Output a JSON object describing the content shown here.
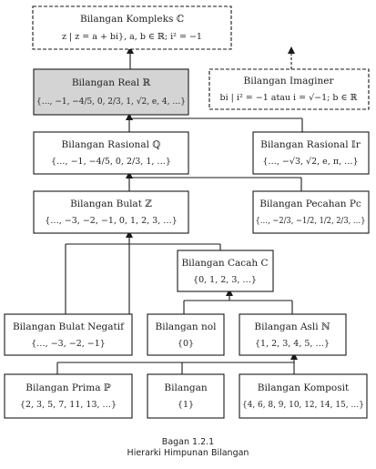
{
  "colors": {
    "line": "#1a1a1a",
    "highlight_fill": "#d4d4d4",
    "box_fill": "#ffffff"
  },
  "nodes": {
    "kompleks": {
      "title": "Bilangan Kompleks ℂ",
      "content": "z | z = a + bi}, a, b ∈ ℝ; i² = −1"
    },
    "real": {
      "title": "Bilangan Real ℝ",
      "content": "{…, −1, −4/5, 0, 2/3, 1, √2, e, 4, …}"
    },
    "imaginer": {
      "title": "Bilangan Imaginer",
      "content": "bi | i² = −1 atau i = √−1; b ∈ ℝ"
    },
    "rasional": {
      "title": "Bilangan Rasional ℚ",
      "content": "{…, −1, −4/5, 0, 2/3, 1, …}"
    },
    "irasional": {
      "title": "Bilangan Rasional 𝕀r",
      "content": "{…, −√3, √2, e, π, …}"
    },
    "bulat": {
      "title": "Bilangan Bulat ℤ",
      "content": "{…, −3, −2, −1, 0, 1, 2, 3, …}"
    },
    "pecahan": {
      "title": "Bilangan Pecahan Pc",
      "content": "{…, −2/3, −1/2, 1/2, 2/3, …}"
    },
    "cacah": {
      "title": "Bilangan Cacah C",
      "content": "{0, 1, 2, 3, …}"
    },
    "negatif": {
      "title": "Bilangan Bulat Negatif",
      "content": "{…, −3, −2, −1}"
    },
    "nol": {
      "title": "Bilangan nol",
      "content": "{0}"
    },
    "asli": {
      "title": "Bilangan Asli ℕ",
      "content": "{1, 2, 3, 4, 5, …}"
    },
    "prima": {
      "title": "Bilangan Prima ℙ",
      "content": "{2, 3, 5, 7, 11, 13, …}"
    },
    "satu": {
      "title": "Bilangan",
      "content": "{1}"
    },
    "komposit": {
      "title": "Bilangan Komposit",
      "content": "{4, 6, 8, 9, 10, 12, 14, 15, …}"
    }
  },
  "caption": {
    "line1": "Bagan 1.2.1",
    "line2": "Hierarki Himpunan Bilangan"
  }
}
